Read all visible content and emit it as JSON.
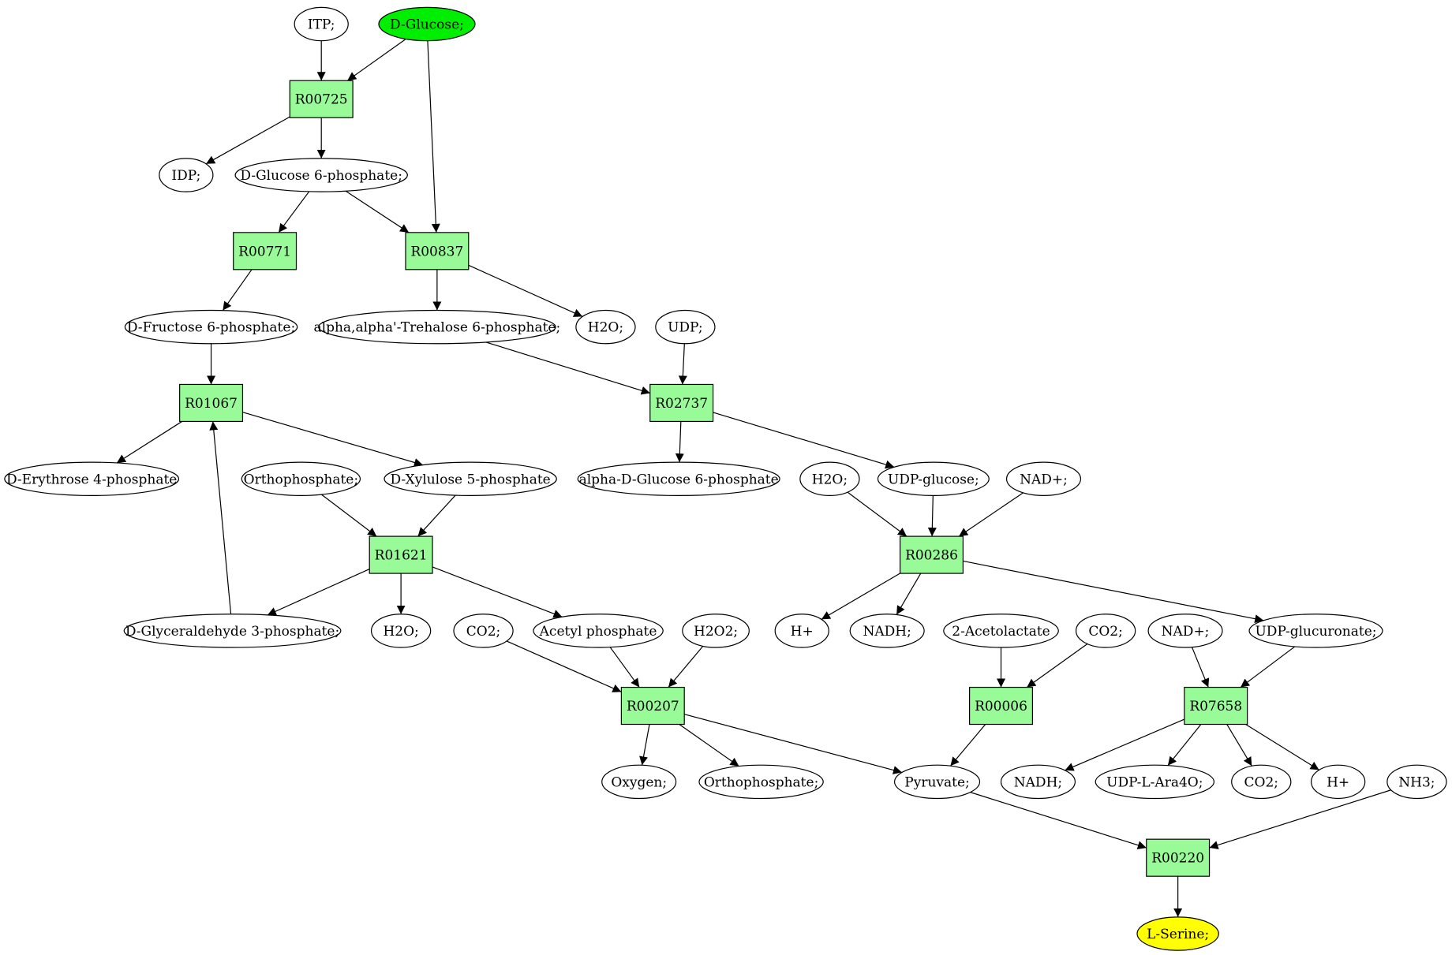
{
  "colors": {
    "reaction_fill": "#98fb98",
    "compound_fill": "#ffffff",
    "start_fill": "#00ee00",
    "target_fill": "#ffff00",
    "stroke": "#000000"
  },
  "compounds": [
    {
      "id": "itp",
      "label": "ITP;"
    },
    {
      "id": "dglucose",
      "label": "D-Glucose;",
      "role": "start"
    },
    {
      "id": "idp",
      "label": "IDP;"
    },
    {
      "id": "g6p",
      "label": "D-Glucose 6-phosphate;"
    },
    {
      "id": "f6p",
      "label": "D-Fructose 6-phosphate;"
    },
    {
      "id": "trehalose6p",
      "label": "alpha,alpha'-Trehalose 6-phosphate;"
    },
    {
      "id": "h2o_a",
      "label": "H2O;"
    },
    {
      "id": "udp",
      "label": "UDP;"
    },
    {
      "id": "erythrose4p",
      "label": "D-Erythrose 4-phosphate"
    },
    {
      "id": "orthophosphate_a",
      "label": "Orthophosphate;"
    },
    {
      "id": "xylulose5p",
      "label": "D-Xylulose 5-phosphate"
    },
    {
      "id": "adg6p",
      "label": "alpha-D-Glucose 6-phosphate"
    },
    {
      "id": "h2o_b",
      "label": "H2O;"
    },
    {
      "id": "udpglucose",
      "label": "UDP-glucose;"
    },
    {
      "id": "nad_a",
      "label": "NAD+;"
    },
    {
      "id": "g3p",
      "label": "D-Glyceraldehyde 3-phosphate;"
    },
    {
      "id": "h2o_c",
      "label": "H2O;"
    },
    {
      "id": "co2_a",
      "label": "CO2;"
    },
    {
      "id": "acetylphosphate",
      "label": "Acetyl phosphate"
    },
    {
      "id": "h2o2",
      "label": "H2O2;"
    },
    {
      "id": "hplus_a",
      "label": "H+"
    },
    {
      "id": "nadh_a",
      "label": "NADH;"
    },
    {
      "id": "acetolactate",
      "label": "2-Acetolactate"
    },
    {
      "id": "co2_b",
      "label": "CO2;"
    },
    {
      "id": "nad_b",
      "label": "NAD+;"
    },
    {
      "id": "udpglucuronate",
      "label": "UDP-glucuronate;"
    },
    {
      "id": "oxygen",
      "label": "Oxygen;"
    },
    {
      "id": "orthophosphate_b",
      "label": "Orthophosphate;"
    },
    {
      "id": "pyruvate",
      "label": "Pyruvate;"
    },
    {
      "id": "nadh_b",
      "label": "NADH;"
    },
    {
      "id": "udplara4o",
      "label": "UDP-L-Ara4O;"
    },
    {
      "id": "co2_c",
      "label": "CO2;"
    },
    {
      "id": "hplus_b",
      "label": "H+"
    },
    {
      "id": "nh3",
      "label": "NH3;"
    },
    {
      "id": "lserine",
      "label": "L-Serine;",
      "role": "target"
    }
  ],
  "reactions": [
    {
      "id": "r00725",
      "label": "R00725"
    },
    {
      "id": "r00771",
      "label": "R00771"
    },
    {
      "id": "r00837",
      "label": "R00837"
    },
    {
      "id": "r01067",
      "label": "R01067"
    },
    {
      "id": "r02737",
      "label": "R02737"
    },
    {
      "id": "r01621",
      "label": "R01621"
    },
    {
      "id": "r00286",
      "label": "R00286"
    },
    {
      "id": "r00207",
      "label": "R00207"
    },
    {
      "id": "r00006",
      "label": "R00006"
    },
    {
      "id": "r07658",
      "label": "R07658"
    },
    {
      "id": "r00220",
      "label": "R00220"
    }
  ],
  "edges": [
    {
      "from": "itp",
      "to": "r00725"
    },
    {
      "from": "dglucose",
      "to": "r00725"
    },
    {
      "from": "dglucose",
      "to": "r00837"
    },
    {
      "from": "r00725",
      "to": "idp"
    },
    {
      "from": "r00725",
      "to": "g6p"
    },
    {
      "from": "g6p",
      "to": "r00771"
    },
    {
      "from": "g6p",
      "to": "r00837"
    },
    {
      "from": "r00771",
      "to": "f6p"
    },
    {
      "from": "r00837",
      "to": "trehalose6p"
    },
    {
      "from": "r00837",
      "to": "h2o_a"
    },
    {
      "from": "f6p",
      "to": "r01067"
    },
    {
      "from": "trehalose6p",
      "to": "r02737"
    },
    {
      "from": "udp",
      "to": "r02737"
    },
    {
      "from": "r01067",
      "to": "erythrose4p"
    },
    {
      "from": "r01067",
      "to": "xylulose5p"
    },
    {
      "from": "r02737",
      "to": "adg6p"
    },
    {
      "from": "r02737",
      "to": "udpglucose"
    },
    {
      "from": "orthophosphate_a",
      "to": "r01621"
    },
    {
      "from": "xylulose5p",
      "to": "r01621"
    },
    {
      "from": "h2o_b",
      "to": "r00286"
    },
    {
      "from": "udpglucose",
      "to": "r00286"
    },
    {
      "from": "nad_a",
      "to": "r00286"
    },
    {
      "from": "r01621",
      "to": "g3p"
    },
    {
      "from": "r01621",
      "to": "h2o_c"
    },
    {
      "from": "r01621",
      "to": "acetylphosphate"
    },
    {
      "from": "g3p",
      "to": "r01067"
    },
    {
      "from": "r00286",
      "to": "hplus_a"
    },
    {
      "from": "r00286",
      "to": "nadh_a"
    },
    {
      "from": "r00286",
      "to": "udpglucuronate"
    },
    {
      "from": "co2_a",
      "to": "r00207"
    },
    {
      "from": "acetylphosphate",
      "to": "r00207"
    },
    {
      "from": "h2o2",
      "to": "r00207"
    },
    {
      "from": "acetolactate",
      "to": "r00006"
    },
    {
      "from": "co2_b",
      "to": "r00006"
    },
    {
      "from": "nad_b",
      "to": "r07658"
    },
    {
      "from": "udpglucuronate",
      "to": "r07658"
    },
    {
      "from": "r00207",
      "to": "oxygen"
    },
    {
      "from": "r00207",
      "to": "orthophosphate_b"
    },
    {
      "from": "r00207",
      "to": "pyruvate"
    },
    {
      "from": "r00006",
      "to": "pyruvate"
    },
    {
      "from": "r07658",
      "to": "nadh_b"
    },
    {
      "from": "r07658",
      "to": "udplara4o"
    },
    {
      "from": "r07658",
      "to": "co2_c"
    },
    {
      "from": "r07658",
      "to": "hplus_b"
    },
    {
      "from": "pyruvate",
      "to": "r00220"
    },
    {
      "from": "nh3",
      "to": "r00220"
    },
    {
      "from": "r00220",
      "to": "lserine"
    }
  ]
}
